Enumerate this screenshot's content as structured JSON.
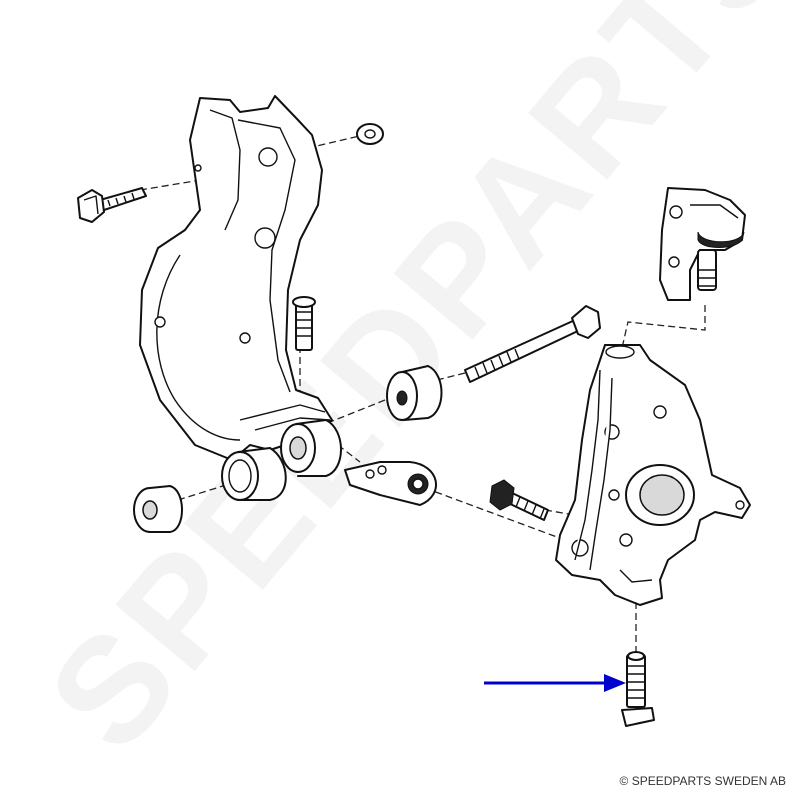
{
  "watermark": {
    "text": "SPEEDPARTS"
  },
  "copyright": "© SPEEDPARTS SWEDEN AB",
  "colors": {
    "line": "#111111",
    "pointer_arrow": "#0000cc",
    "background": "#ffffff"
  },
  "pointer": {
    "direction": "right",
    "target": "knuckle-lower-bolt"
  }
}
